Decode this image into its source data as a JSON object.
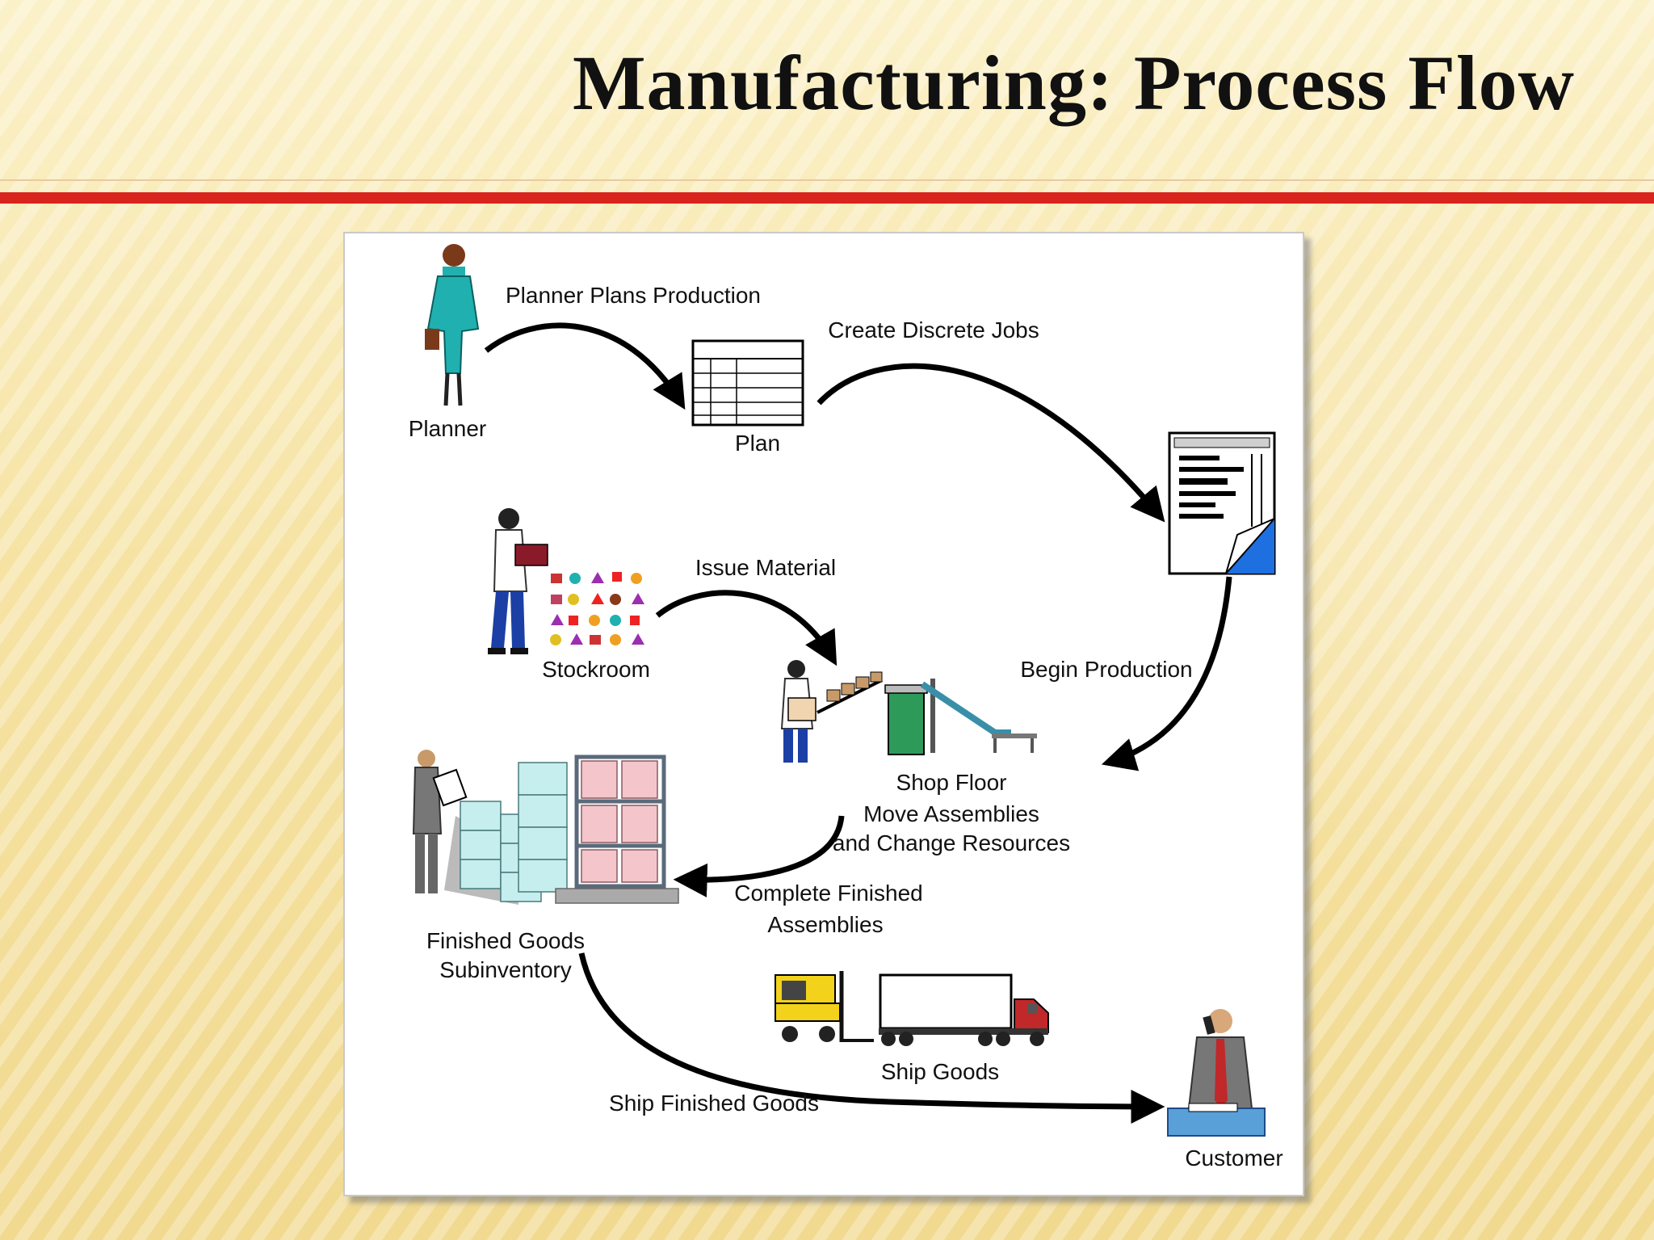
{
  "title": "Manufacturing: Process Flow",
  "nodes": {
    "planner": "Planner",
    "plan": "Plan",
    "stockroom": "Stockroom",
    "shop_floor": [
      "Shop Floor",
      "Move Assemblies",
      "and Change Resources"
    ],
    "finished_goods": [
      "Finished Goods",
      "Subinventory"
    ],
    "ship_goods": "Ship Goods",
    "customer": "Customer"
  },
  "edges": {
    "planner_plans_production": "Planner Plans Production",
    "create_discrete_jobs": "Create Discrete Jobs",
    "issue_material": "Issue Material",
    "begin_production": "Begin Production",
    "complete_finished_assemblies": [
      "Complete Finished",
      "Assemblies"
    ],
    "ship_finished_goods": "Ship Finished Goods"
  },
  "colors": {
    "accent_red": "#d8241c",
    "teal": "#20b0b0",
    "blue": "#1e6fe0",
    "shelf_pink": "#f4c6cc",
    "pallet_cyan": "#c6eeee",
    "forklift_yellow": "#f2d21b"
  }
}
